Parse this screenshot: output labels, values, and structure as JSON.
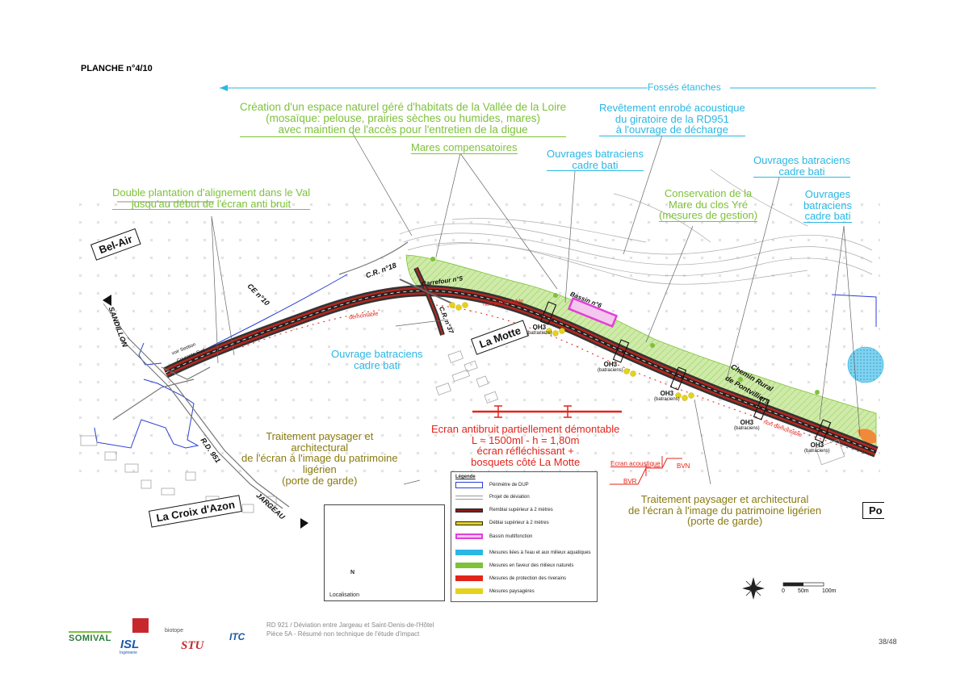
{
  "header": {
    "planche": "PLANCHE n°4/10"
  },
  "fosses": {
    "label": "Fossés étanches"
  },
  "annotations": {
    "espace_naturel": [
      "Création d'un espace naturel géré d'habitats de la Vallée de la Loire",
      "(mosaïque: pelouse, prairies sèches ou humides, mares)",
      "avec maintien de l'accès pour l'entretien de la digue"
    ],
    "revetement": [
      "Revêtement enrobé acoustique",
      "du giratoire de la RD951",
      "à l'ouvrage de décharge"
    ],
    "mares": "Mares compensatoires",
    "ouvrages_1": [
      "Ouvrages batraciens",
      "cadre bati"
    ],
    "ouvrages_2": [
      "Ouvrages batraciens",
      "cadre bati"
    ],
    "ouvrages_3": [
      "Ouvrages",
      "batraciens",
      "cadre bati"
    ],
    "conservation": [
      "Conservation de la",
      "Mare du clos Yré",
      "(mesures de gestion)"
    ],
    "double_plantation": [
      "Double plantation d'alignement dans le Val",
      "jusqu'au début de l'écran anti bruit"
    ],
    "ouvrage_batraciens_bas": [
      "Ouvrage batraciens",
      "cadre bati"
    ],
    "ecran": [
      "Ecran antibruit partiellement démontable",
      "L ≈ 1500ml - h = 1,80m",
      "écran réfléchissant +",
      "bosquets côté La Motte"
    ],
    "traitement_gauche": [
      "Traitement paysager et",
      "architectural",
      "de l'écran à l'image du patrimoine",
      "ligérien",
      "(porte de garde)"
    ],
    "traitement_droite": [
      "Traitement paysager et architectural",
      "de l'écran à l'image du patrimoine ligérien",
      "(porte de garde)"
    ]
  },
  "places": {
    "bel_air": "Bel-Air",
    "la_motte": "La Motte",
    "croix_azon": "La Croix d'Azon",
    "po": "Po"
  },
  "roads": {
    "cr18": "C.R. n°18",
    "ce10": "CE n°10",
    "carrefour5": "Carrefour n°5",
    "cr37": "C.R. n°37",
    "sandillon": "SANDILLON",
    "rd951": "R.D. 951",
    "jargeau": "JARGEAU",
    "chemin": "Chemin Rural",
    "chemin2": "de Pontvilliers",
    "bassin": "Bassin n°6",
    "demontable": "démontable",
    "non_demontable_1": "non démontable",
    "non_demontable_2": "non démontable",
    "voir_section": "voir Section",
    "courante_sud": "Courante Sud",
    "oh3": "OH3",
    "batraciens": "(batraciens)"
  },
  "section_diagram": {
    "ecran_acoustique": "Ecran acoustique",
    "bvn": "BVN",
    "bvr": "BVR"
  },
  "legend": {
    "title": "Légende",
    "items": [
      {
        "label": "Périmètre de DUP",
        "color": "#2b3fd6"
      },
      {
        "label": "Projet de déviation",
        "color": "#9a9a9a"
      },
      {
        "label": "Remblai supérieur à 2 mètres",
        "color": "#8b1a1a"
      },
      {
        "label": "Déblai supérieur à 2 mètres",
        "color": "#e5d21b"
      },
      {
        "label": "Bassin multifonction",
        "color": "#e040d8"
      },
      {
        "label": "Mesures liées à l'eau et aux milieux aquatiques",
        "color": "#2bb7e4"
      },
      {
        "label": "Mesures en faveur des milieux naturels",
        "color": "#7ec23a"
      },
      {
        "label": "Mesures de protection des riverains",
        "color": "#e3241b"
      },
      {
        "label": "Mesures paysagères",
        "color": "#e5d21b"
      }
    ]
  },
  "inset": {
    "label": "Localisation",
    "north": "N"
  },
  "scale": {
    "labels": [
      "0",
      "50m",
      "100m"
    ]
  },
  "footer": {
    "line1": "RD 921 / Déviation entre Jargeau et Saint-Denis-de-l'Hôtel",
    "line2": "Pièce 5A  -  Résumé non technique de l'étude d'impact",
    "page": "38/48"
  },
  "logos": {
    "somival": "SOMIVAL",
    "isl": "ISL",
    "isl_sub": "Ingénierie",
    "biotope": "biotope",
    "stu": "STU",
    "itc": "ITC"
  },
  "colors": {
    "green": "#7ec23a",
    "cyan": "#2bb7e4",
    "olive": "#8a7a10",
    "red": "#e3241b",
    "dup": "#2b3fd6",
    "bassin": "#e040d8"
  }
}
